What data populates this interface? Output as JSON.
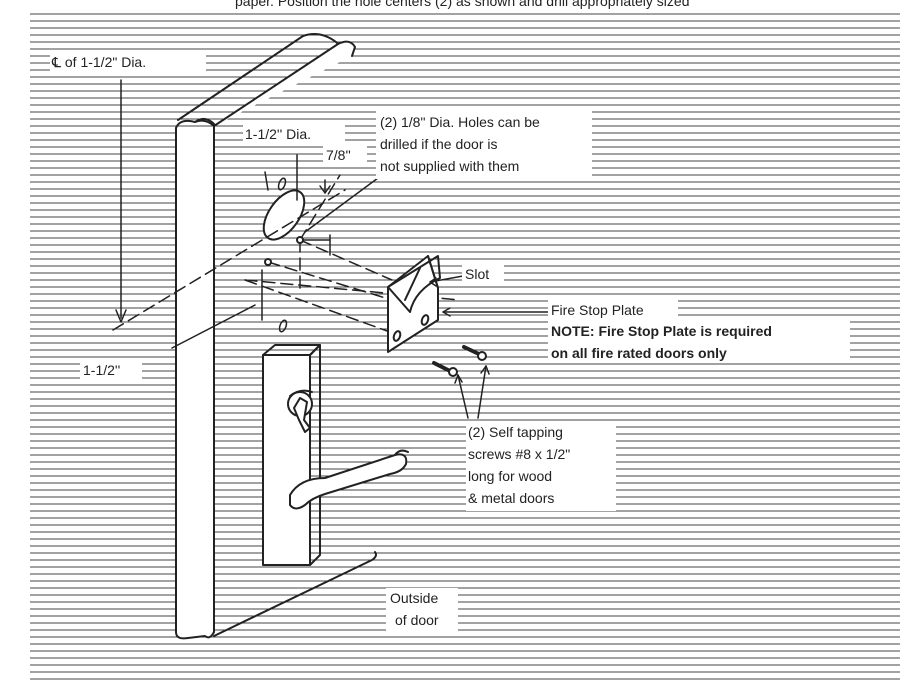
{
  "diagram": {
    "top_cutoff_text": "paper. Position the hole centers (2) as shown and drill appropriately sized",
    "labels": {
      "centerline": "℄ of 1-1/2\" Dia.",
      "hole_dia": "1-1/2'' Dia.",
      "offset_78": "7/8''",
      "offset_112": "1-1/2''",
      "note_holes": [
        "(2) 1/8\" Dia. Holes can be",
        "drilled if the door is",
        "not supplied with them"
      ],
      "slot": "Slot",
      "fire_stop": "Fire Stop Plate",
      "fire_note": [
        "NOTE: Fire Stop Plate is required",
        "on all fire rated doors only"
      ],
      "screws": [
        "(2) Self tapping",
        "screws #8 x 1/2\"",
        "long for wood",
        "& metal doors"
      ],
      "outside": [
        "Outside",
        "of door"
      ]
    },
    "colors": {
      "line": "#222222",
      "hatch": "#444444",
      "background": "#ffffff"
    }
  }
}
